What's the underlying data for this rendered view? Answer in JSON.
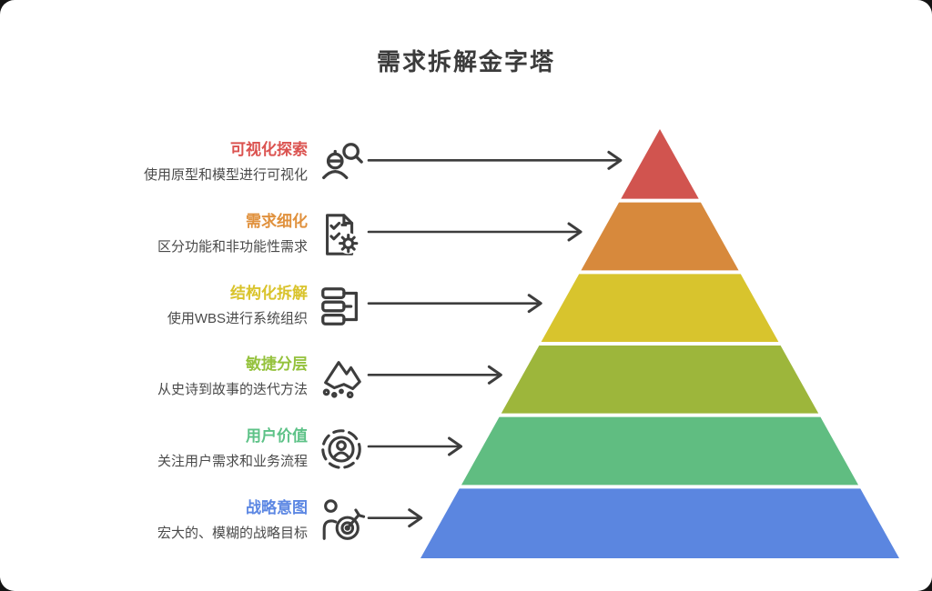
{
  "title": "需求拆解金字塔",
  "arrow_color": "#3d3d3d",
  "icon_color": "#3d3d3d",
  "description_color": "#4a4a4a",
  "levels": [
    {
      "label": "可视化探索",
      "description": "使用原型和模型进行可视化",
      "label_color": "#db5350",
      "band_color": "#d1544f",
      "icon": "user-search-icon"
    },
    {
      "label": "需求细化",
      "description": "区分功能和非功能性需求",
      "label_color": "#e0913d",
      "band_color": "#d7893c",
      "icon": "requirements-doc-gear-icon"
    },
    {
      "label": "结构化拆解",
      "description": "使用WBS进行系统组织",
      "label_color": "#d9c32b",
      "band_color": "#d8c42d",
      "icon": "wbs-structure-icon"
    },
    {
      "label": "敏捷分层",
      "description": "从史诗到故事的迭代方法",
      "label_color": "#95c23d",
      "band_color": "#9db63b",
      "icon": "agile-mountain-icon"
    },
    {
      "label": "用户价值",
      "description": "关注用户需求和业务流程",
      "label_color": "#5dc287",
      "band_color": "#60bd81",
      "icon": "user-focus-icon"
    },
    {
      "label": "战略意图",
      "description": "宏大的、模糊的战略目标",
      "label_color": "#5c87e3",
      "band_color": "#5b86e0",
      "icon": "person-target-icon"
    }
  ]
}
